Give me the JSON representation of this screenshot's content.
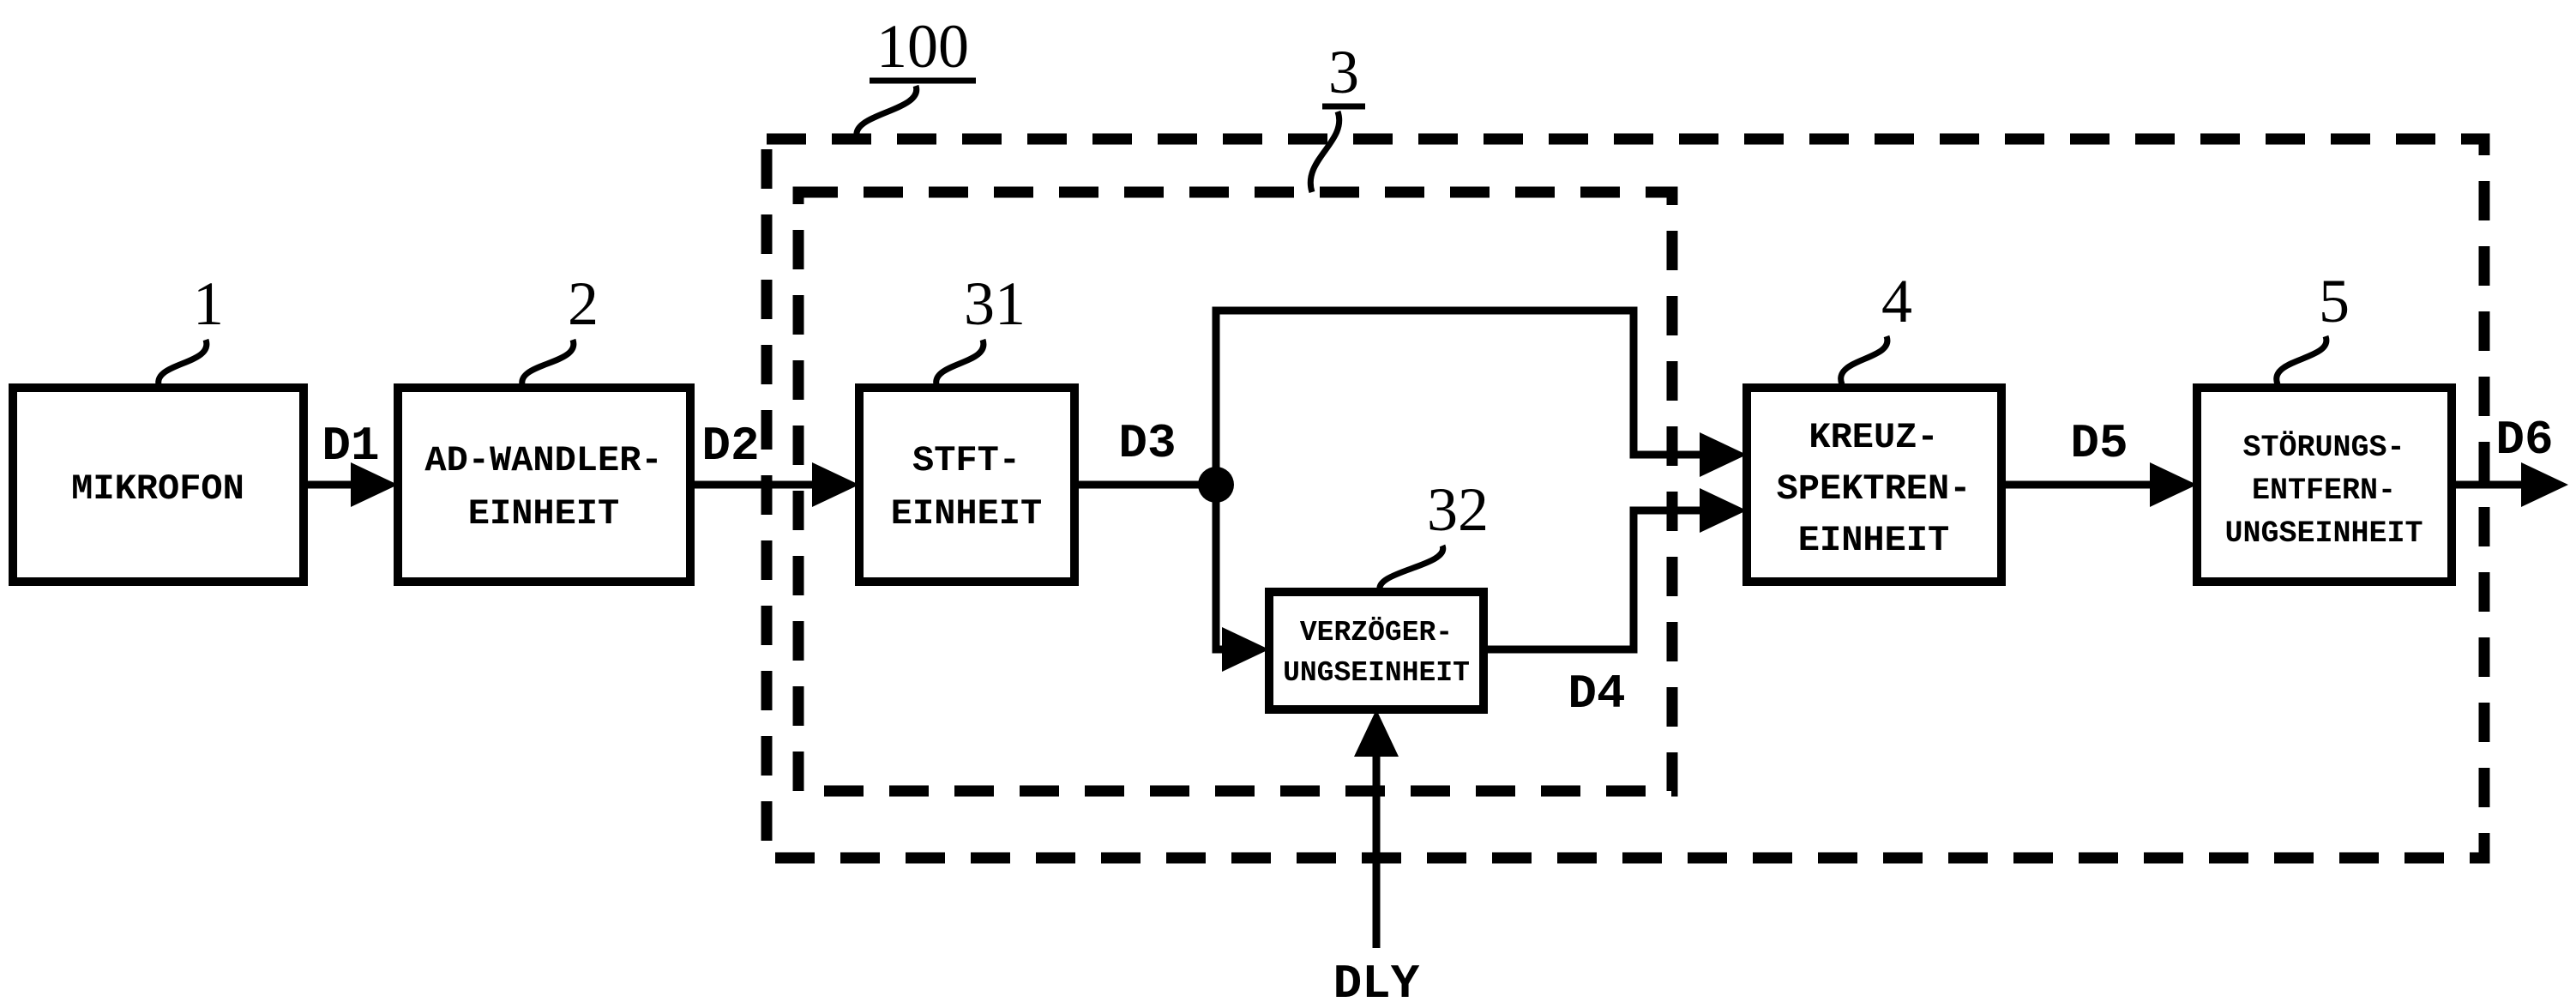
{
  "figure": {
    "background_color": "#ffffff",
    "ink_color": "#000000"
  },
  "regions": {
    "outer": {
      "ref": "100"
    },
    "inner": {
      "ref": "3"
    }
  },
  "blocks": {
    "mikrofon": {
      "ref": "1",
      "line1": "MIKROFON"
    },
    "adwandler": {
      "ref": "2",
      "line1": "AD-WANDLER-",
      "line2": "EINHEIT"
    },
    "stft": {
      "ref": "31",
      "line1": "STFT-",
      "line2": "EINHEIT"
    },
    "delay": {
      "ref": "32",
      "line1": "VERZÖGER-",
      "line2": "UNGSEINHEIT"
    },
    "kreuz": {
      "ref": "4",
      "line1": "KREUZ-",
      "line2": "SPEKTREN-",
      "line3": "EINHEIT"
    },
    "stoerung": {
      "ref": "5",
      "line1": "STÖRUNGS-",
      "line2": "ENTFERN-",
      "line3": "UNGSEINHEIT"
    }
  },
  "signals": {
    "d1": "D1",
    "d2": "D2",
    "d3": "D3",
    "d4": "D4",
    "d5": "D5",
    "d6": "D6",
    "dly": "DLY"
  }
}
